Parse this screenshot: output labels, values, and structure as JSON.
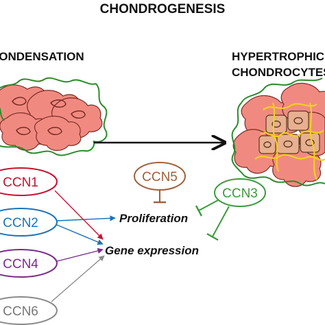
{
  "title": "CHONDROGENESIS",
  "stages": {
    "left": "CONDENSATION",
    "right_line1": "HYPERTROPHIC",
    "right_line2": "CHONDROCYTES"
  },
  "processes": {
    "proliferation": "Proliferation",
    "gene_expression": "Gene expression"
  },
  "ccn_proteins": [
    {
      "id": "ccn1",
      "label": "CCN1",
      "color": "#c8102e"
    },
    {
      "id": "ccn2",
      "label": "CCN2",
      "color": "#1a73b8"
    },
    {
      "id": "ccn4",
      "label": "CCN4",
      "color": "#7a2a8c"
    },
    {
      "id": "ccn6",
      "label": "CCN6",
      "color": "#8a8a8a"
    },
    {
      "id": "ccn5",
      "label": "CCN5",
      "color": "#a0603a"
    },
    {
      "id": "ccn3",
      "label": "CCN3",
      "color": "#3a9a3a"
    }
  ],
  "colors": {
    "cell_fill": "#f08a80",
    "cell_stroke": "#7a2a22",
    "hypertrophic_fill": "#e8b090",
    "matrix_green": "#2a8a2a",
    "matrix_yellow": "#f2d21a",
    "arrow_black": "#111111"
  }
}
